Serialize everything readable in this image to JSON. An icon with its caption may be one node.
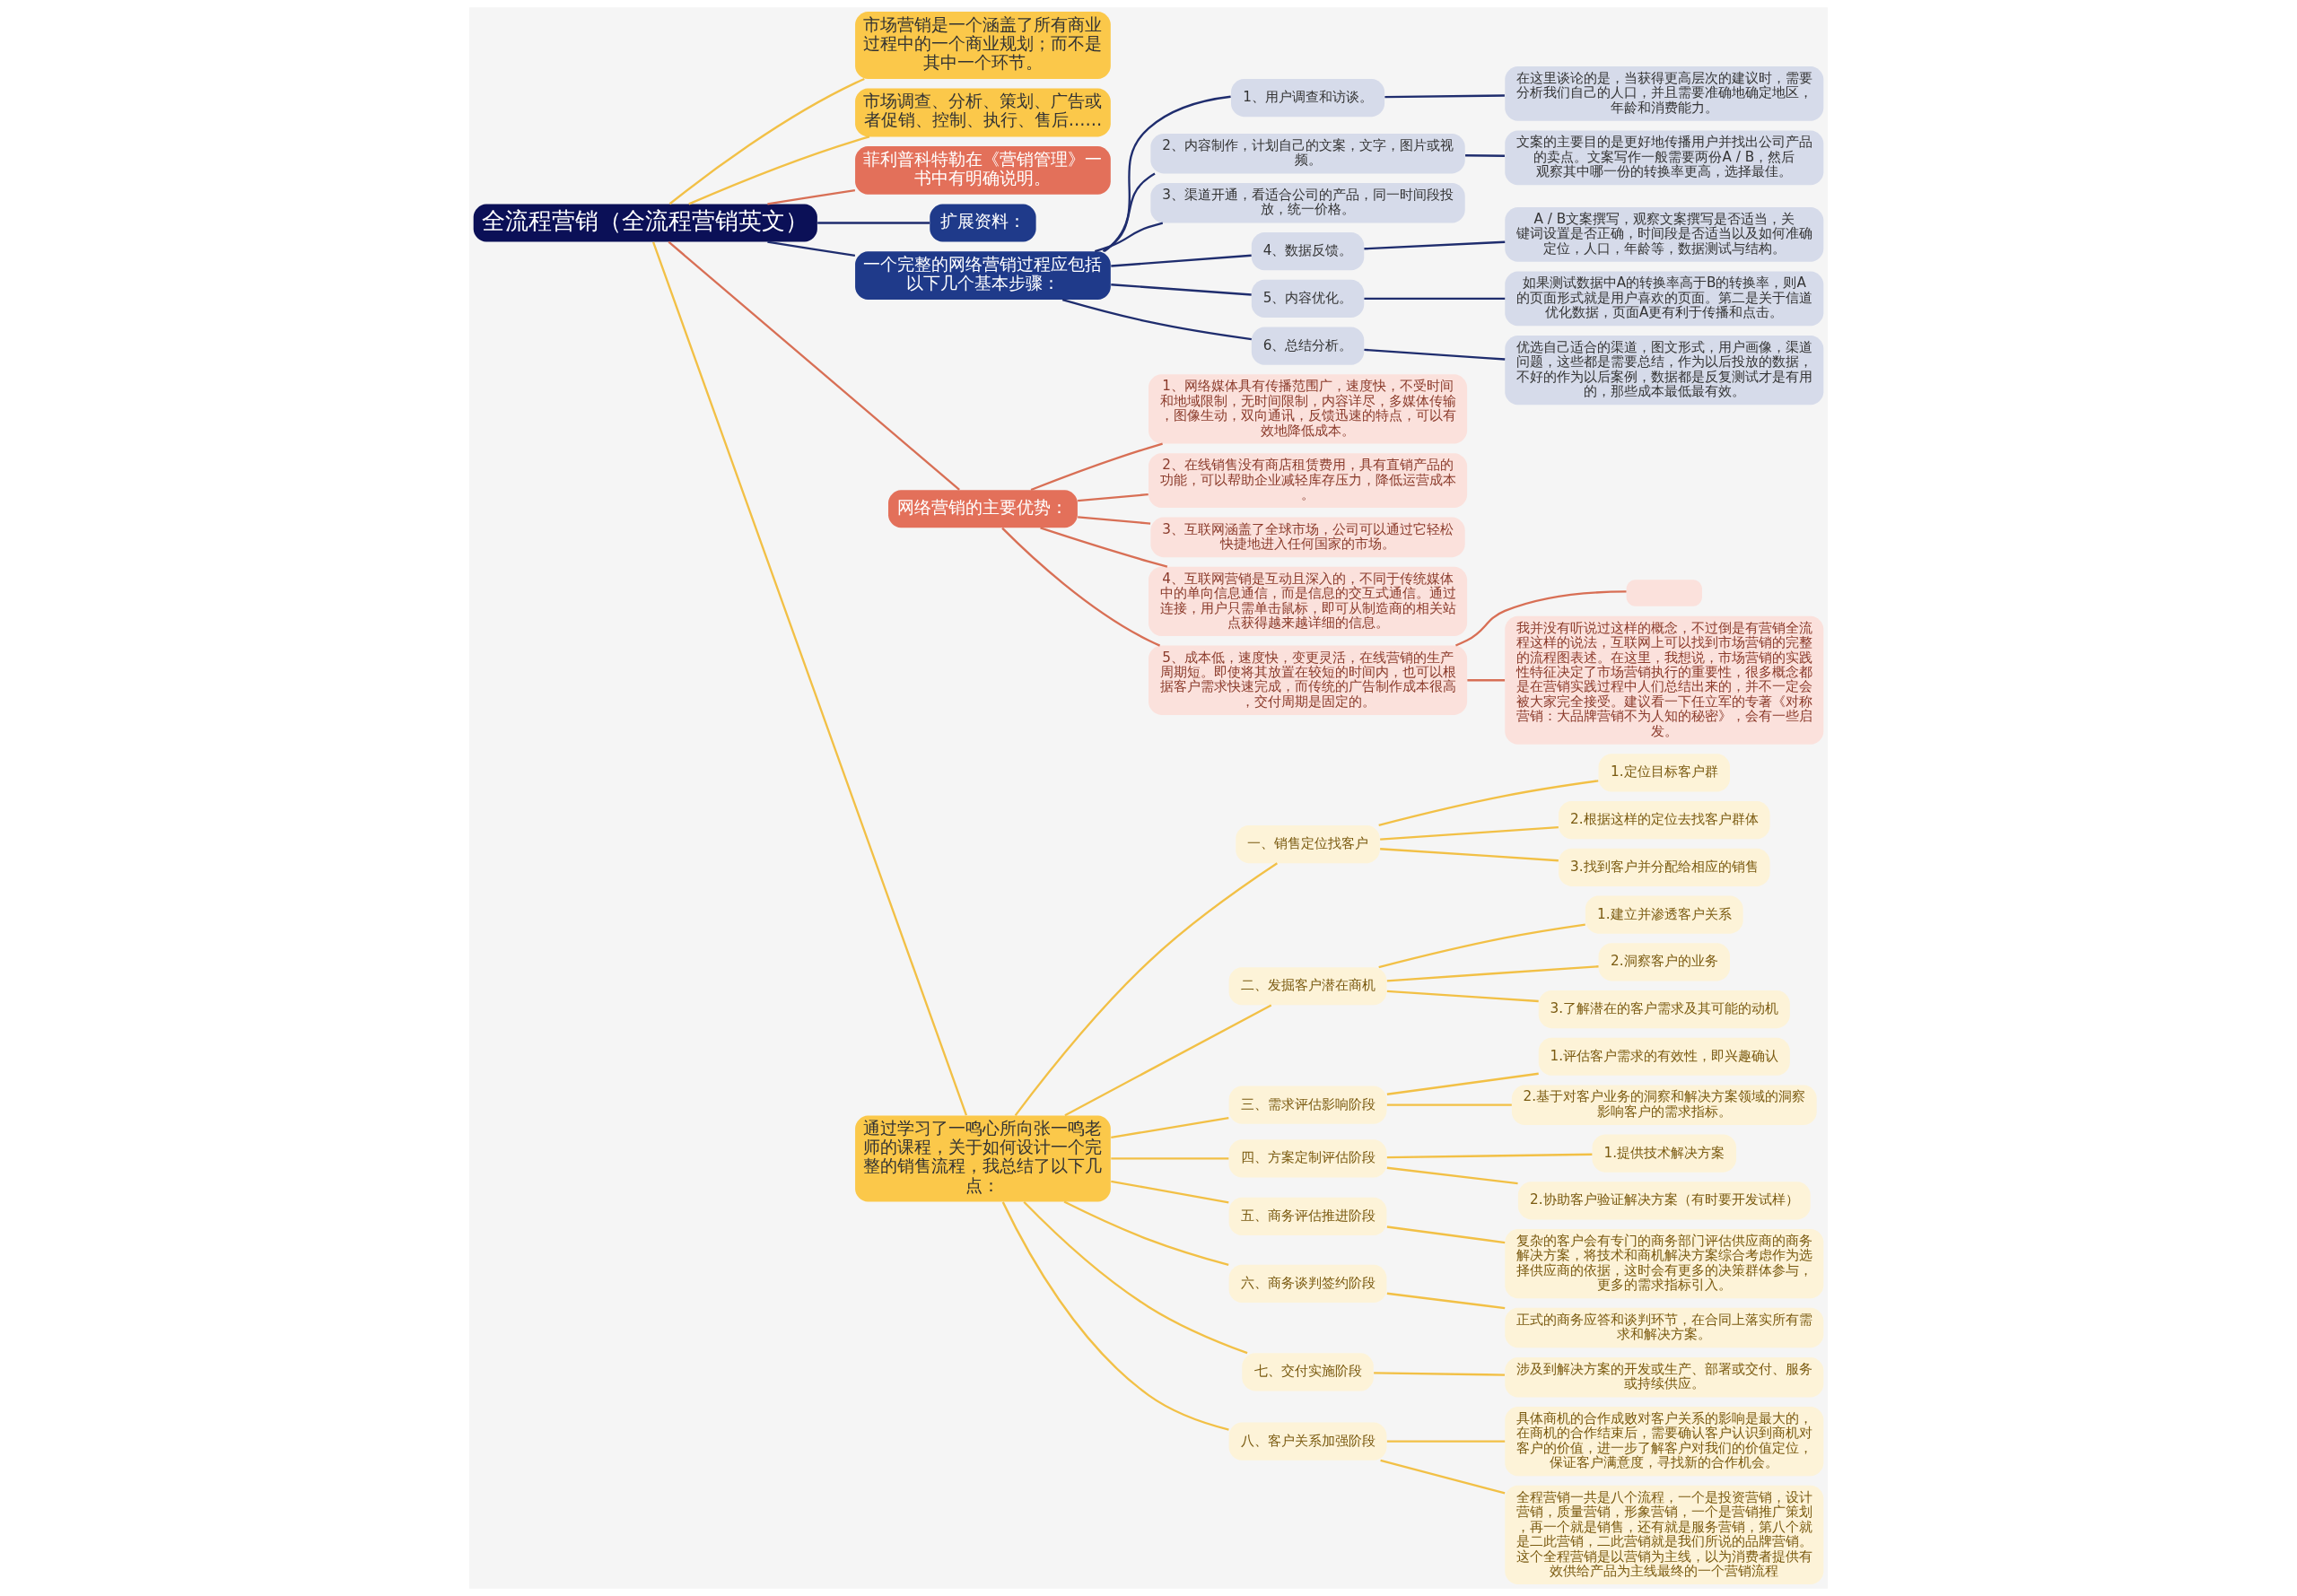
{
  "diagram": {
    "nodes": [
      {
        "text": [
          "全流程营销（全流程营销英文）"
        ]
      },
      {
        "text": [
          "市场营销是一个涵盖了所有商业过程中的一个商业规划；而不是其中一个环节。"
        ]
      },
      {
        "text": [
          "市场调查、分析、策划、广告或者促销、控制、执行、售后……"
        ]
      },
      {
        "text": [
          "菲利普科特勒在《营销管理》一书中有明确说明。"
        ]
      },
      {
        "text": [
          "扩展资料："
        ]
      },
      {
        "text": [
          "一个完整的网络营销过程应包括以下几个基本步骤："
        ]
      },
      {
        "text": [
          "1、用户调查和访谈。"
        ]
      },
      {
        "text": [
          "在这里谈论的是，当获得更高层次的建议时，需要分析我们自己的人口，并且需要准确地确定地区，年龄和消费能力。"
        ]
      },
      {
        "text": [
          "2、内容制作，计划自己的文案，文字，图片或视频。"
        ]
      },
      {
        "text": [
          "文案的主要目的是更好地传播用户并找出公司产品的卖点。文案写作一般需要两份A / B，然后观察其中哪一份的转换率更高，选择最佳。"
        ]
      },
      {
        "text": [
          "3、渠道开通，看适合公司的产品，同一时间段投放，统一价格。"
        ]
      },
      {
        "text": [
          "4、数据反馈。"
        ]
      },
      {
        "text": [
          "A / B文案撰写，观察文案撰写是否适当，关键词设置是否正确，时间段是否适当以及如何准确定位，人口，年龄等，数据测试与结构。"
        ]
      },
      {
        "text": [
          "5、内容优化。"
        ]
      },
      {
        "text": [
          "如果测试数据中A的转换率高于B的转换率，则A的页面形式就是用户喜欢的页面。第二是关于信道优化数据，页面A更有利于传播和点击。"
        ]
      },
      {
        "text": [
          "6、总结分析。"
        ]
      },
      {
        "text": [
          "优选自己适合的渠道，图文形式，用户画像，渠道问题，这些都是需要总结，作为以后投放的数据，不好的作为以后案例，数据都是反复测试才是有用的，那些成本最低最有效。"
        ]
      },
      {
        "text": [
          "网络营销的主要优势："
        ]
      },
      {
        "text": [
          "1、网络媒体具有传播范围广，速度快，不受时间和地域限制，无时间限制，内容详尽，多媒体传输，图像生动，双向通讯，反馈迅速的特点，可以有效地降低成本。"
        ]
      },
      {
        "text": [
          "2、在线销售没有商店租赁费用，具有直销产品的功能，可以帮助企业减轻库存压力，降低运营成本。"
        ]
      },
      {
        "text": [
          "3、互联网涵盖了全球市场，公司可以通过它轻松快捷地进入任何国家的市场。"
        ]
      },
      {
        "text": [
          "4、互联网营销是互动且深入的，不同于传统媒体中的单向信息通信，而是信息的交互式通信。通过连接，用户只需单击鼠标，即可从制造商的相关站点获得越来越详细的信息。"
        ]
      },
      {
        "text": [
          "5、成本低，速度快，变更灵活，在线营销的生产周期短。即使将其放置在较短的时间内，也可以根据客户需求快速完成，而传统的广告制作成本很高，交付周期是固定的。"
        ]
      },
      {
        "text": [],
        "shape": "box"
      },
      {
        "text": [
          "我并没有听说过这样的概念，不过倒是有营销全流程这样的说法，互联网上可以找到市场营销的完整的流程图表述。在这里，我想说，市场营销的实践性特征决定了市场营销执行的重要性，很多概念都是在营销实践过程中人们总结出来的，并不一定会被大家完全接受。建议看一下任立军的专著《对称营销：大品牌营销不为人知的秘密》，会有一些启发。"
        ]
      },
      {
        "text": [
          "通过学习了一鸣心所向张一鸣老师的课程，关于如何设计一个完整的销售流程，我总结了以下几点："
        ]
      },
      {
        "text": [
          "一、销售定位找客户"
        ]
      },
      {
        "text": [
          "1.定位目标客户群"
        ]
      },
      {
        "text": [
          "2.根据这样的定位去找客户群体"
        ]
      },
      {
        "text": [
          "3.找到客户并分配给相应的销售"
        ]
      },
      {
        "text": [
          "二、发掘客户潜在商机"
        ]
      },
      {
        "text": [
          "1.建立并渗透客户关系"
        ]
      },
      {
        "text": [
          "2.洞察客户的业务"
        ]
      },
      {
        "text": [
          "3.了解潜在的客户需求及其可能的动机"
        ]
      },
      {
        "text": [
          "三、需求评估影响阶段"
        ]
      },
      {
        "text": [
          "1.评估客户需求的有效性，即兴趣确认"
        ]
      },
      {
        "text": [
          "2.基于对客户业务的洞察和解决方案领域的洞察影响客户的需求指标。"
        ]
      },
      {
        "text": [
          "四、方案定制评估阶段"
        ]
      },
      {
        "text": [
          "1.提供技术解决方案"
        ]
      },
      {
        "text": [
          "2.协助客户验证解决方案（有时要开发试样）"
        ]
      },
      {
        "text": [
          "五、商务评估推进阶段"
        ]
      },
      {
        "text": [
          "复杂的客户会有专门的商务部门评估供应商的商务解决方案，将技术和商机解决方案综合考虑作为选择供应商的依据，这时会有更多的决策群体参与，更多的需求指标引入。"
        ]
      },
      {
        "text": [
          "六、商务谈判签约阶段"
        ]
      },
      {
        "text": [
          "正式的商务应答和谈判环节，在合同上落实所有需求和解决方案。"
        ]
      },
      {
        "text": [
          "七、交付实施阶段"
        ]
      },
      {
        "text": [
          "涉及到解决方案的开发或生产、部署或交付、服务或持续供应。"
        ]
      },
      {
        "text": [
          "八、客户关系加强阶段"
        ]
      },
      {
        "text": [
          "具体商机的合作成败对客户关系的影响是最大的，在商机的合作结束后，需要确认客户认识到商机对客户的价值，进一步了解客户对我们的价值定位，保证客户满意度，寻找新的合作机会。"
        ]
      },
      {
        "text": [
          "全程营销一共是八个流程，一个是投资营销，设计营销，质量营销，形象营销，一个是营销推广策划，再一个就是销售，还有就是服务营销，第八个就是二此营销，二此营销就是我们所说的品牌营销。这个全程营销是以营销为主线，以为消费者提供有效供给产品为主线最终的一个营销流程"
        ]
      }
    ],
    "edges": [
      {
        "from": 0,
        "to": 1,
        "arrow": "none"
      },
      {
        "from": 0,
        "to": 2,
        "arrow": "none"
      },
      {
        "from": 0,
        "to": 3,
        "arrow": "none",
        "color": "#d86f55"
      },
      {
        "from": 0,
        "to": 4,
        "arrow": "none",
        "color": "#1f2d6e"
      },
      {
        "from": 0,
        "to": 5,
        "arrow": "none",
        "color": "#1f2d6e"
      },
      {
        "from": 5,
        "to": 6,
        "arrow": "none",
        "color": "#1f2d6e"
      },
      {
        "from": 6,
        "to": 7,
        "arrow": "none",
        "color": "#1f2d6e"
      },
      {
        "from": 5,
        "to": 8,
        "arrow": "none",
        "color": "#1f2d6e"
      },
      {
        "from": 8,
        "to": 9,
        "arrow": "none",
        "color": "#1f2d6e"
      },
      {
        "from": 5,
        "to": 10,
        "arrow": "none",
        "color": "#1f2d6e"
      },
      {
        "from": 5,
        "to": 11,
        "arrow": "none",
        "color": "#1f2d6e"
      },
      {
        "from": 11,
        "to": 12,
        "arrow": "none",
        "color": "#1f2d6e"
      },
      {
        "from": 5,
        "to": 13,
        "arrow": "none",
        "color": "#1f2d6e"
      },
      {
        "from": 13,
        "to": 14,
        "arrow": "none",
        "color": "#1f2d6e"
      },
      {
        "from": 5,
        "to": 15,
        "arrow": "none",
        "color": "#1f2d6e"
      },
      {
        "from": 15,
        "to": 16,
        "arrow": "none",
        "color": "#1f2d6e"
      },
      {
        "from": 0,
        "to": 17,
        "arrow": "none",
        "color": "#d86f55"
      },
      {
        "from": 17,
        "to": 18,
        "arrow": "none",
        "color": "#d86f55"
      },
      {
        "from": 17,
        "to": 19,
        "arrow": "none",
        "color": "#d86f55"
      },
      {
        "from": 17,
        "to": 20,
        "arrow": "none",
        "color": "#d86f55"
      },
      {
        "from": 17,
        "to": 21,
        "arrow": "none",
        "color": "#d86f55"
      },
      {
        "from": 17,
        "to": 22,
        "arrow": "none",
        "color": "#d86f55"
      },
      {
        "from": 22,
        "to": 23,
        "arrow": "none",
        "color": "#d86f55"
      },
      {
        "from": 22,
        "to": 24,
        "arrow": "none",
        "color": "#d86f55"
      },
      {
        "from": 0,
        "to": 25,
        "arrow": "none"
      },
      {
        "from": 25,
        "to": 26,
        "arrow": "none"
      },
      {
        "from": 26,
        "to": 27,
        "arrow": "none"
      },
      {
        "from": 26,
        "to": 28,
        "arrow": "none"
      },
      {
        "from": 26,
        "to": 29,
        "arrow": "none"
      },
      {
        "from": 25,
        "to": 30,
        "arrow": "none"
      },
      {
        "from": 30,
        "to": 31,
        "arrow": "none"
      },
      {
        "from": 30,
        "to": 32,
        "arrow": "none"
      },
      {
        "from": 30,
        "to": 33,
        "arrow": "none"
      },
      {
        "from": 25,
        "to": 34,
        "arrow": "none"
      },
      {
        "from": 34,
        "to": 35,
        "arrow": "none"
      },
      {
        "from": 34,
        "to": 36,
        "arrow": "none"
      },
      {
        "from": 25,
        "to": 37,
        "arrow": "none"
      },
      {
        "from": 37,
        "to": 38,
        "arrow": "none"
      },
      {
        "from": 37,
        "to": 39,
        "arrow": "none"
      },
      {
        "from": 25,
        "to": 40,
        "arrow": "none"
      },
      {
        "from": 40,
        "to": 41,
        "arrow": "none"
      },
      {
        "from": 25,
        "to": 42,
        "arrow": "none"
      },
      {
        "from": 42,
        "to": 43,
        "arrow": "none"
      },
      {
        "from": 25,
        "to": 44,
        "arrow": "none"
      },
      {
        "from": 44,
        "to": 45,
        "arrow": "none"
      },
      {
        "from": 25,
        "to": 46,
        "arrow": "none"
      },
      {
        "from": 46,
        "to": 47,
        "arrow": "none"
      },
      {
        "from": 46,
        "to": 48,
        "arrow": "none"
      }
    ]
  }
}
